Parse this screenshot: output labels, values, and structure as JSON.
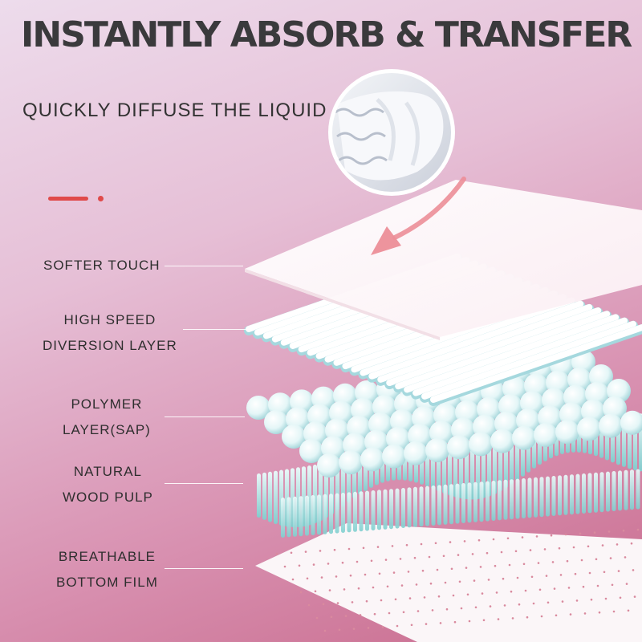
{
  "headline": "INSTANTLY ABSORB & TRANSFER",
  "subheadline": "QUICKLY DIFFUSE THE LIQUID",
  "accent_color": "#e04a4a",
  "layers": [
    {
      "lines": [
        "SOFTER TOUCH"
      ]
    },
    {
      "lines": [
        "HIGH SPEED",
        "DIVERSION LAYER"
      ]
    },
    {
      "lines": [
        "POLYMER",
        "LAYER(SAP)"
      ]
    },
    {
      "lines": [
        "NATURAL",
        "WOOD PULP"
      ]
    },
    {
      "lines": [
        "BREATHABLE",
        "BOTTOM FILM"
      ]
    }
  ],
  "inset_image": "diaper-closeup",
  "arrow_color": "#ec8e98"
}
